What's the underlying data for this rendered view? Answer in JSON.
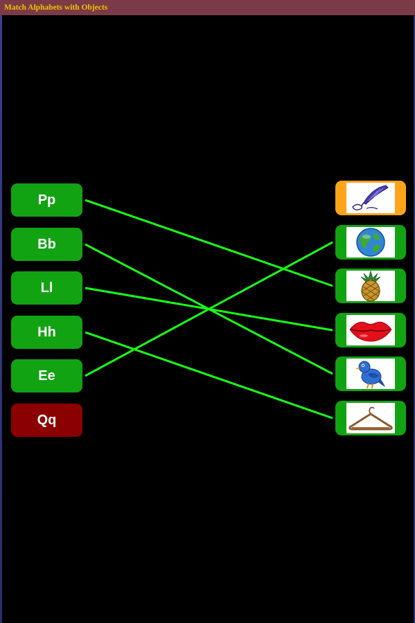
{
  "app": {
    "title": "Match Alphabets with Objects"
  },
  "colors": {
    "background": "#000000",
    "title_bar": "#7a3b46",
    "title_text": "#f2c200",
    "tile_green": "#12a312",
    "tile_red": "#8b0000",
    "tile_orange": "#ffa31a",
    "match_line": "#19ff19"
  },
  "letters": [
    {
      "label": "Pp",
      "state": "matched"
    },
    {
      "label": "Bb",
      "state": "matched"
    },
    {
      "label": "Ll",
      "state": "matched"
    },
    {
      "label": "Hh",
      "state": "matched"
    },
    {
      "label": "Ee",
      "state": "matched"
    },
    {
      "label": "Qq",
      "state": "unmatched"
    }
  ],
  "objects": [
    {
      "icon": "quill-icon",
      "state": "unmatched"
    },
    {
      "icon": "globe-icon",
      "state": "matched"
    },
    {
      "icon": "pineapple-icon",
      "state": "matched"
    },
    {
      "icon": "lips-icon",
      "state": "matched"
    },
    {
      "icon": "bird-icon",
      "state": "matched"
    },
    {
      "icon": "hanger-icon",
      "state": "matched"
    }
  ],
  "matches": [
    {
      "letter": 0,
      "object": 2
    },
    {
      "letter": 1,
      "object": 4
    },
    {
      "letter": 2,
      "object": 3
    },
    {
      "letter": 3,
      "object": 5
    },
    {
      "letter": 4,
      "object": 1
    }
  ]
}
